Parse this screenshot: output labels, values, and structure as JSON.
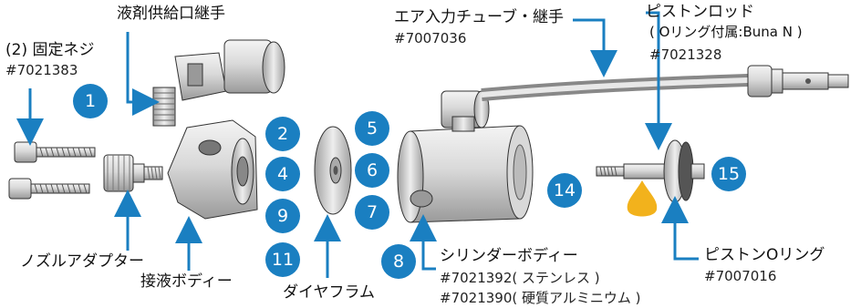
{
  "colors": {
    "badge": "#1a7fc1",
    "arrow": "#1a7fc1",
    "drop": "#f2b21c",
    "metal": "#cfcfcf",
    "outline": "#333333"
  },
  "labels": {
    "fitting_liquid": "液剤供給口継手",
    "screws": "(2) 固定ネジ",
    "screws_pn": "#7021383",
    "air_fitting": "エア入力チューブ・継手",
    "air_fitting_pn": "#7007036",
    "piston_rod": "ピストンロッド",
    "piston_rod_note": "( Oリング付属:Buna N )",
    "piston_rod_pn": "#7021328",
    "nozzle_adapter": "ノズルアダプター",
    "wetted_body": "接液ボディー",
    "diaphragm": "ダイヤフラム",
    "cylinder_body": "シリンダーボディー",
    "cylinder_pn1": "#7021392( ステンレス )",
    "cylinder_pn2": "#7021390( 硬質アルミニウム )",
    "piston_oring": "ピストンOリング",
    "piston_oring_pn": "#7007016"
  },
  "badges": [
    "1",
    "2",
    "4",
    "9",
    "11",
    "5",
    "6",
    "7",
    "8",
    "14",
    "15"
  ]
}
